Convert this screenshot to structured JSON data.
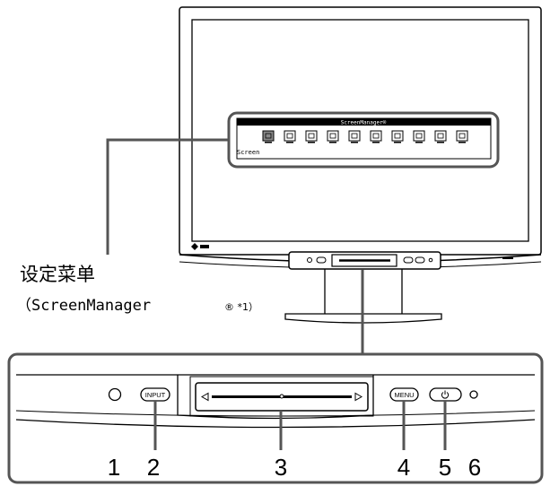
{
  "osd": {
    "title": "ScreenManager®",
    "selected_label": "Screen",
    "icons": [
      "screen-icon",
      "color-icon",
      "sound-icon",
      "pip-icon",
      "others-icon",
      "position-icon",
      "size-icon",
      "information-icon",
      "language-icon",
      "exit-icon"
    ]
  },
  "caption": {
    "line1": "设定菜单",
    "line2": "（ScreenManager",
    "line2_mark": "® *1）"
  },
  "controls": {
    "input_label": "INPUT",
    "menu_label": "MENU"
  },
  "callouts": [
    "1",
    "2",
    "3",
    "4",
    "5",
    "6"
  ]
}
